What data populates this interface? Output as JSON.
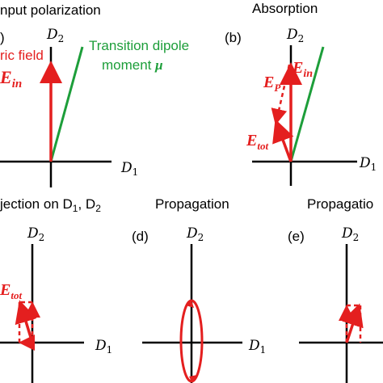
{
  "colors": {
    "field": "#e41f1f",
    "dipole": "#1d9e3a",
    "axis": "#000000"
  },
  "panels": {
    "a": {
      "title": "nput polarization",
      "tag": ")",
      "axis_x": "D",
      "axis_x_sub": "1",
      "axis_y": "D",
      "axis_y_sub": "2",
      "field_label_line1": "ric field",
      "vector_label": "E",
      "vector_label_sub": "in",
      "dipole_label_line1": "Transition dipole",
      "dipole_label_line2": "moment",
      "dipole_symbol": "μ"
    },
    "b": {
      "title": "Absorption",
      "tag": "(b)",
      "axis_x": "D",
      "axis_x_sub": "1",
      "axis_y": "D",
      "axis_y_sub": "2",
      "e_in": "E",
      "e_in_sub": "in",
      "e_p": "E",
      "e_p_sub": "P",
      "e_tot": "E",
      "e_tot_sub": "tot"
    },
    "c": {
      "title": "jection on D",
      "title_sub1": "1",
      "title_mid": ", D",
      "title_sub2": "2",
      "axis_x": "D",
      "axis_x_sub": "1",
      "axis_y": "D",
      "axis_y_sub": "2",
      "e_tot": "E",
      "e_tot_sub": "tot"
    },
    "d": {
      "title": "Propagation",
      "tag": "(d)",
      "axis_x": "D",
      "axis_x_sub": "1",
      "axis_y": "D",
      "axis_y_sub": "2"
    },
    "e": {
      "title": "Propagatio",
      "tag": "(e)",
      "axis_y": "D",
      "axis_y_sub": "2"
    }
  }
}
